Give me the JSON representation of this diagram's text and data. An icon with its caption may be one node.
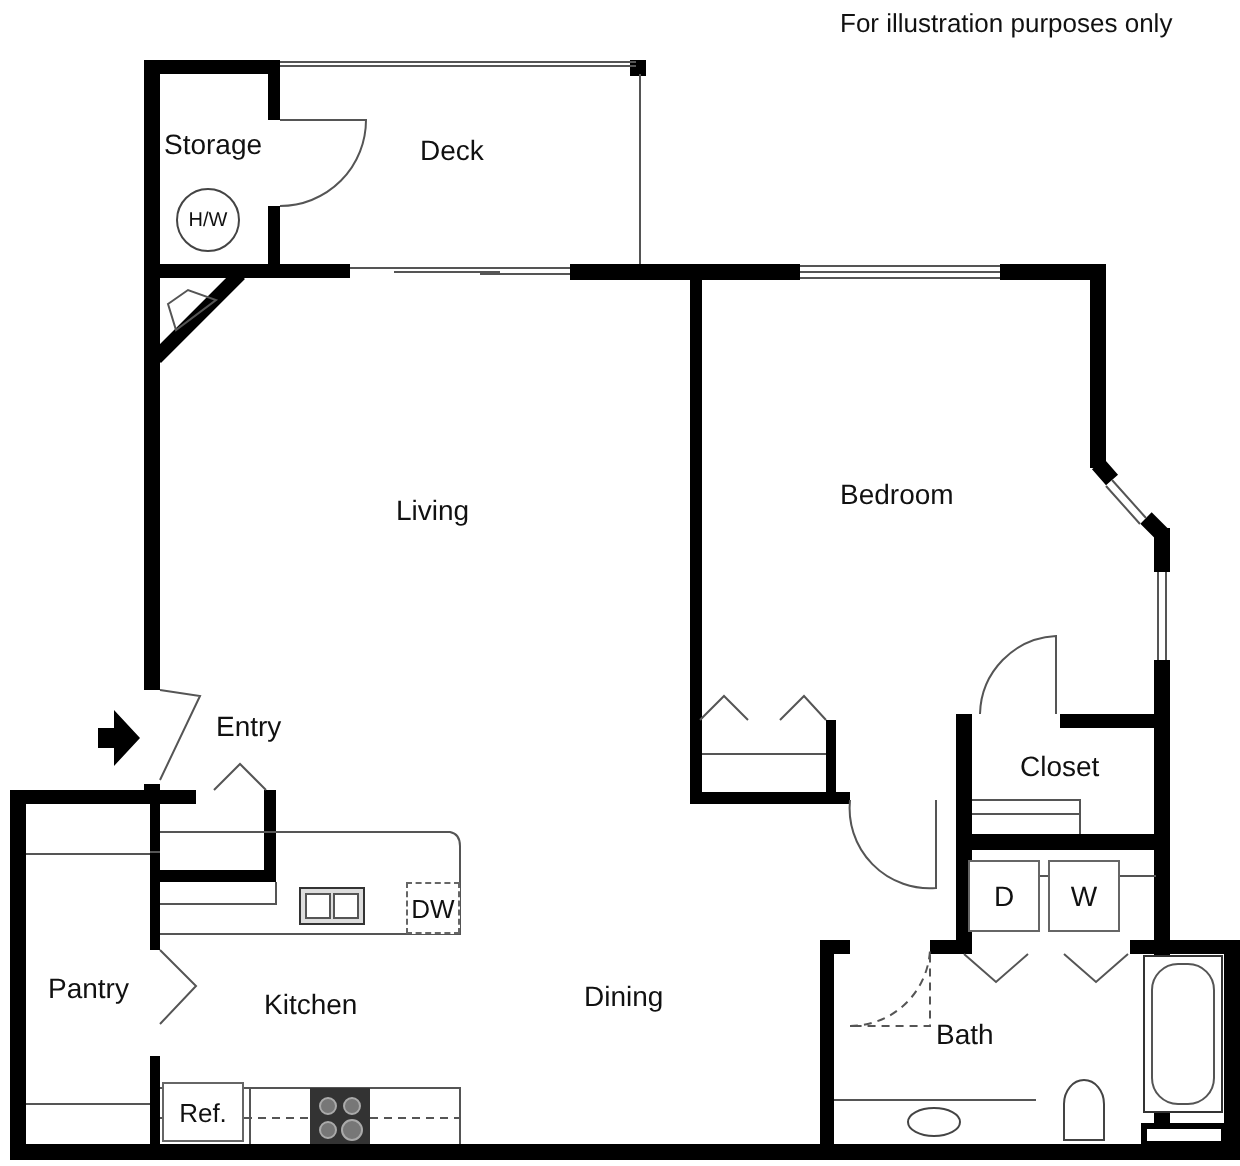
{
  "diagram": {
    "nodes": [
      {
        "text": [
          "H/W"
        ]
      },
      {
        "text": [
          "D"
        ]
      },
      {
        "text": [
          "W"
        ]
      },
      {
        "text": [
          "DW"
        ]
      },
      {
        "text": [
          "Ref."
        ]
      }
    ],
    "labels": [
      "For illustration purposes only",
      "Storage",
      "Deck",
      "Living",
      "Bedroom",
      "Entry",
      "Closet",
      "Pantry",
      "Kitchen",
      "Dining",
      "Bath"
    ]
  }
}
